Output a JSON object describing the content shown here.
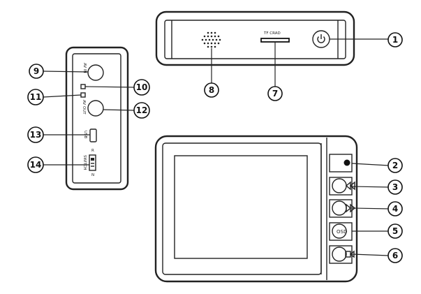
{
  "top_view": {
    "tf_card_label": "TF CRAD"
  },
  "side_view": {
    "av_in_label": "AV IN",
    "av_out_label": "AV OUT",
    "usb_label": "USB",
    "switch_label": "SWITCH",
    "switch_pos_top": "R",
    "switch_pos_bottom": "N"
  },
  "front_view": {
    "osd_label": "OSD"
  },
  "callouts": {
    "c1": "1",
    "c2": "2",
    "c3": "3",
    "c4": "4",
    "c5": "5",
    "c6": "6",
    "c7": "7",
    "c8": "8",
    "c9": "9",
    "c10": "10",
    "c11": "11",
    "c12": "12",
    "c13": "13",
    "c14": "14"
  }
}
